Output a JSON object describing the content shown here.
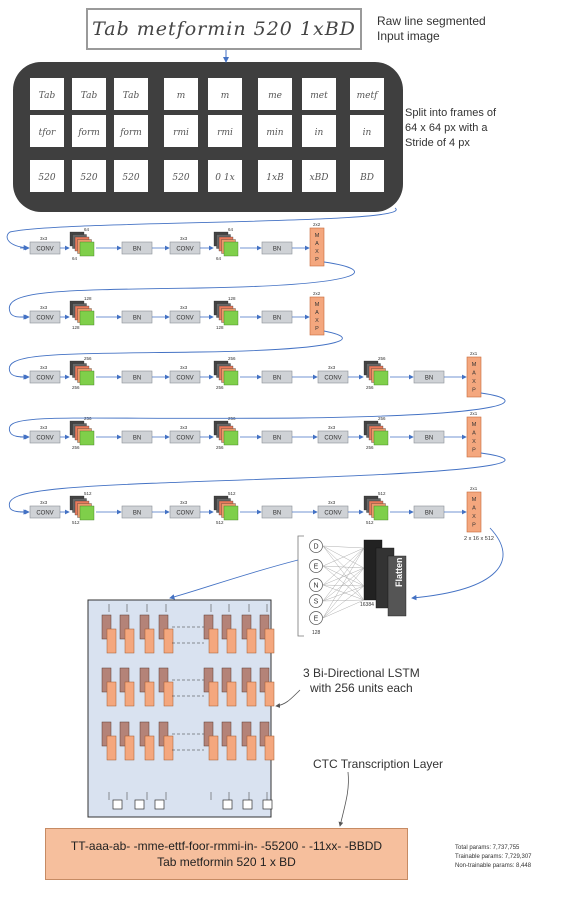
{
  "input_image": {
    "handwriting": "Tab metformin 520 1xBD",
    "label_line1": "Raw line segmented",
    "label_line2": "Input image"
  },
  "frames": {
    "row1": [
      "Tab",
      "Tab",
      "Tab",
      "m",
      "m",
      "me",
      "met",
      "metf"
    ],
    "row2": [
      "tfor",
      "form",
      "form",
      "rmi",
      "rmi",
      "min",
      "in",
      "in"
    ],
    "row3": [
      "520",
      "520",
      "520",
      "520",
      "0 1x",
      "1xB",
      "xBD",
      "BD"
    ],
    "label_line1": "Split into frames of",
    "label_line2": "64 x 64 px with a",
    "label_line3": "Stride of 4 px"
  },
  "cnn": {
    "conv_label": "CONV",
    "bn_label": "BN",
    "maxp_label": "MAXP",
    "kernel_label": "3x3",
    "pool_2x2": "2x2",
    "pool_2x1": "2x1",
    "depth_64": "64",
    "depth_128": "128",
    "depth_256": "256",
    "depth_512": "512",
    "pool_output_shape": "2 x 16 x 512"
  },
  "dense": {
    "nodes": [
      "D",
      "E",
      "N",
      "S",
      "E"
    ],
    "units": "128",
    "flatten_label": "Flatten",
    "flatten_size": "16384"
  },
  "lstm": {
    "label_line1": "3 Bi-Directional LSTM",
    "label_line2": "with 256 units each"
  },
  "ctc": {
    "label": "CTC Transcription Layer"
  },
  "output": {
    "raw": "TT-aaa-ab- -mme-ettf-foor-rmmi-in- -55200 - -11xx- -BBDD",
    "decoded": "Tab metformin 520 1 x BD"
  },
  "params": {
    "total": "Total params: 7,737,755",
    "trainable": "Trainable params: 7,729,307",
    "non_trainable": "Non-trainable params: 8,448"
  },
  "colors": {
    "panel": "#3f3f3f",
    "block": "#cfd2d6",
    "maxp": "#f4a77e",
    "green": "#7fcf4a",
    "lstm_cell": "#b48378",
    "lstm_cell_light": "#f4a77e",
    "lstm_bg": "#d9e2f0",
    "output_box": "#f6bf9d",
    "arrow": "#4472c4"
  }
}
